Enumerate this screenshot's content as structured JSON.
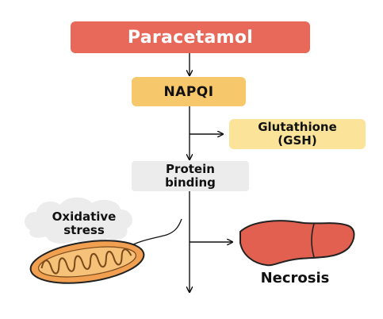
{
  "nodes": {
    "paracetamol": "Paracetamol",
    "napqi": "NAPQI",
    "gsh_line1": "Glutathione",
    "gsh_line2": "(GSH)",
    "protein_line1": "Protein",
    "protein_line2": "binding",
    "stress_line1": "Oxidative",
    "stress_line2": "stress",
    "necrosis": "Necrosis"
  },
  "colors": {
    "paracetamol": "#e8695a",
    "napqi": "#f6c76b",
    "gsh": "#fbe49a",
    "protein": "#ececec",
    "mitochondrion": "#f0a050",
    "liver": "#e2604f"
  },
  "icons": [
    "cloud-icon",
    "mitochondrion-icon",
    "liver-icon"
  ]
}
